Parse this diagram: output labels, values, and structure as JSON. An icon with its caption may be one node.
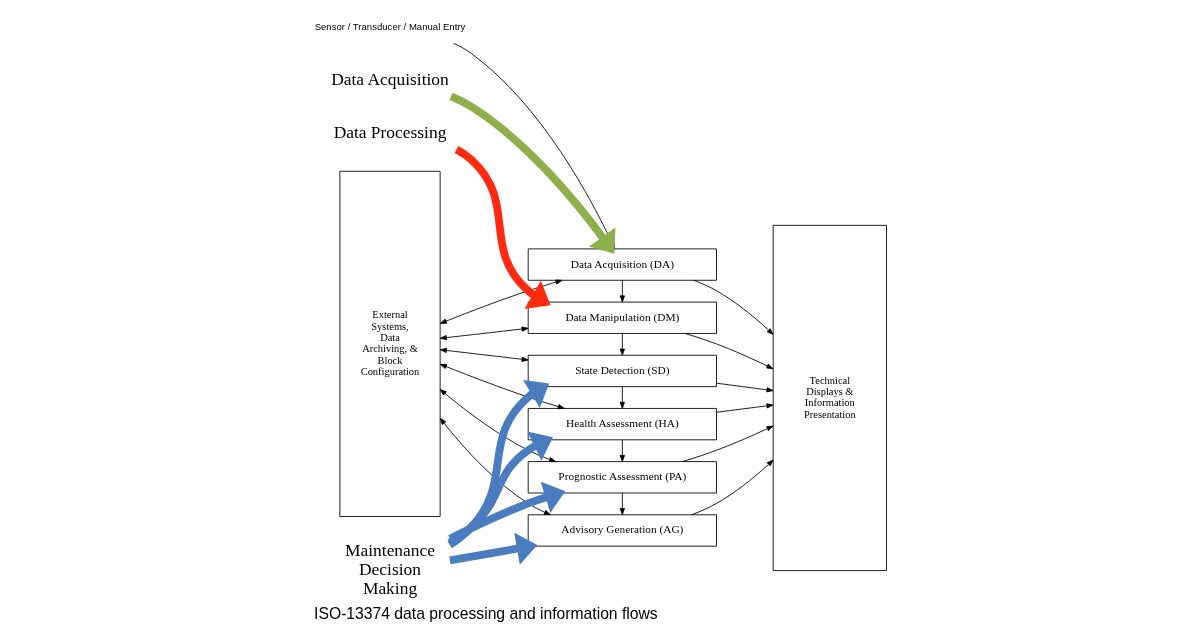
{
  "diagram": {
    "caption": "ISO-13374 data processing and information flows",
    "nodes": [
      {
        "text": [
          "Sensor / Transducer / Manual Entry"
        ]
      },
      {
        "text": [
          "External Systems, Data Archiving, & Block Configuration"
        ]
      },
      {
        "text": [
          "Data Acquisition (DA)"
        ]
      },
      {
        "text": [
          "Data Manipulation (DM)"
        ]
      },
      {
        "text": [
          "State Detection (SD)"
        ]
      },
      {
        "text": [
          "Health Assessment (HA)"
        ]
      },
      {
        "text": [
          "Prognostic Assessment (PA)"
        ]
      },
      {
        "text": [
          "Advisory Generation (AG)"
        ]
      },
      {
        "text": [
          "Technical Displays & Information Presentation"
        ]
      },
      {
        "text": [
          "Data Acquisition"
        ]
      },
      {
        "text": [
          "Data Processing"
        ]
      },
      {
        "text": [
          "Maintenance Decision Making"
        ]
      }
    ],
    "edges": [
      {
        "from": 0,
        "to": 2,
        "arrow": "to"
      },
      {
        "from": 1,
        "to": 2,
        "arrow": "both"
      },
      {
        "from": 1,
        "to": 3,
        "arrow": "both"
      },
      {
        "from": 1,
        "to": 4,
        "arrow": "both"
      },
      {
        "from": 1,
        "to": 5,
        "arrow": "both"
      },
      {
        "from": 1,
        "to": 6,
        "arrow": "both"
      },
      {
        "from": 1,
        "to": 7,
        "arrow": "both"
      },
      {
        "from": 2,
        "to": 3,
        "arrow": "to"
      },
      {
        "from": 3,
        "to": 4,
        "arrow": "to"
      },
      {
        "from": 4,
        "to": 5,
        "arrow": "to"
      },
      {
        "from": 5,
        "to": 6,
        "arrow": "to"
      },
      {
        "from": 6,
        "to": 7,
        "arrow": "to"
      },
      {
        "from": 2,
        "to": 8,
        "arrow": "to"
      },
      {
        "from": 3,
        "to": 8,
        "arrow": "to"
      },
      {
        "from": 4,
        "to": 8,
        "arrow": "to"
      },
      {
        "from": 5,
        "to": 8,
        "arrow": "to"
      },
      {
        "from": 6,
        "to": 8,
        "arrow": "to"
      },
      {
        "from": 7,
        "to": 8,
        "arrow": "to"
      },
      {
        "from": 9,
        "to": 2,
        "arrow": "to",
        "style": "thick",
        "color": "#8db04a"
      },
      {
        "from": 10,
        "to": 3,
        "arrow": "to",
        "style": "thick",
        "color": "#ff2a10"
      },
      {
        "from": 11,
        "to": 4,
        "arrow": "to",
        "style": "thick",
        "color": "#4a7cc0"
      },
      {
        "from": 11,
        "to": 5,
        "arrow": "to",
        "style": "thick",
        "color": "#4a7cc0"
      },
      {
        "from": 11,
        "to": 6,
        "arrow": "to",
        "style": "thick",
        "color": "#4a7cc0"
      },
      {
        "from": 11,
        "to": 7,
        "arrow": "to",
        "style": "thick",
        "color": "#4a7cc0"
      }
    ]
  }
}
